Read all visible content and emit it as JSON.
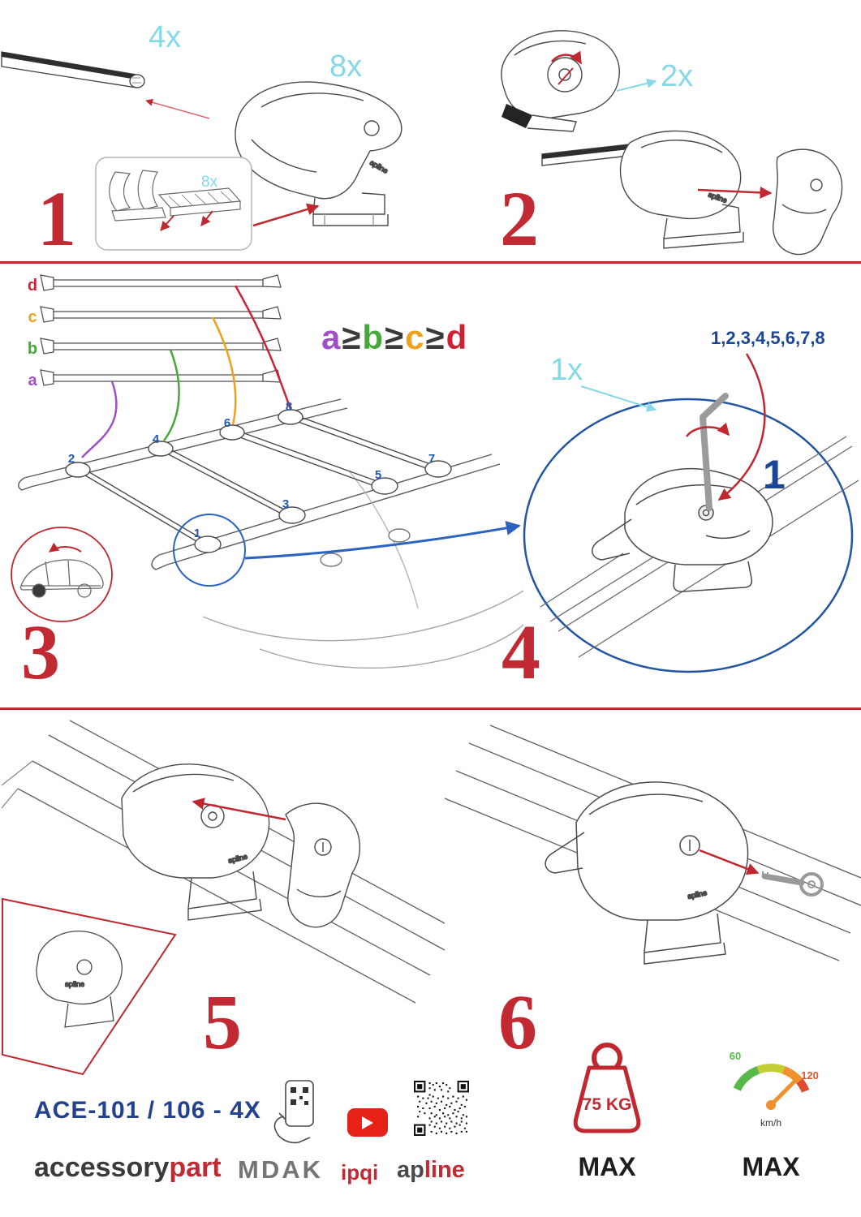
{
  "steps": {
    "s1": {
      "number": "1",
      "bar_qty": "4x",
      "foot_qty": "8x",
      "pad_qty": "8x"
    },
    "s2": {
      "number": "2",
      "cover_qty": "2x"
    },
    "s3": {
      "number": "3",
      "bar_labels": {
        "d": "d",
        "c": "c",
        "b": "b",
        "a": "a"
      },
      "formula": {
        "a": "a",
        "gte1": "≥",
        "b": "b",
        "gte2": "≥",
        "c": "c",
        "gte3": "≥",
        "d": "d"
      },
      "positions": {
        "p1": "1",
        "p2": "2",
        "p3": "3",
        "p4": "4",
        "p5": "5",
        "p6": "6",
        "p7": "7",
        "p8": "8"
      }
    },
    "s4": {
      "number": "4",
      "key_qty": "1x",
      "tighten_order": "1,2,3,4,5,6,7,8",
      "first_position": "1"
    },
    "s5": {
      "number": "5"
    },
    "s6": {
      "number": "6"
    }
  },
  "watermark": "apline",
  "footer": {
    "model": "ACE-101 / 106 - 4X",
    "brand": {
      "black": "accessory",
      "red": "part"
    },
    "mdak": "MDAK",
    "ipqi": "ipqi",
    "apline": {
      "gray": "ap",
      "red": "line"
    },
    "weight": {
      "value": "75 KG",
      "max": "MAX"
    },
    "speed": {
      "low": "60",
      "high": "120",
      "unit": "km/h",
      "max": "MAX"
    }
  }
}
